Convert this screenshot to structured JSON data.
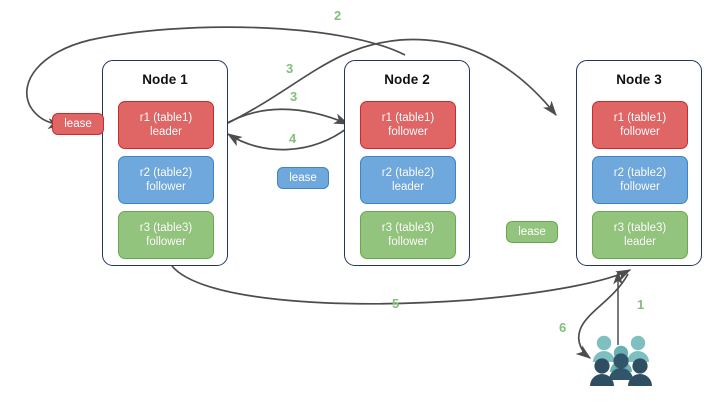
{
  "diagram": {
    "title": "Distributed database lease and replica routing diagram",
    "colors": {
      "red": "#e06666",
      "red_border": "#cc2a2a",
      "blue": "#6fa8dc",
      "blue_border": "#3d85c6",
      "green": "#93c47d",
      "green_border": "#6aa84f",
      "node_border": "#20365e",
      "arrow": "#4d4d4d",
      "step_label": "#82c07a",
      "people_light": "#7fbfbf",
      "people_dark": "#31566b"
    }
  },
  "nodes": [
    {
      "id": "node1",
      "title": "Node 1",
      "replicas": [
        {
          "name": "r1 (table1)",
          "role": "leader",
          "color": "red"
        },
        {
          "name": "r2 (table2)",
          "role": "follower",
          "color": "blue"
        },
        {
          "name": "r3 (table3)",
          "role": "follower",
          "color": "green"
        }
      ]
    },
    {
      "id": "node2",
      "title": "Node 2",
      "replicas": [
        {
          "name": "r1 (table1)",
          "role": "follower",
          "color": "red"
        },
        {
          "name": "r2 (table2)",
          "role": "leader",
          "color": "blue"
        },
        {
          "name": "r3 (table3)",
          "role": "follower",
          "color": "green"
        }
      ]
    },
    {
      "id": "node3",
      "title": "Node 3",
      "replicas": [
        {
          "name": "r1 (table1)",
          "role": "follower",
          "color": "red"
        },
        {
          "name": "r2 (table2)",
          "role": "follower",
          "color": "blue"
        },
        {
          "name": "r3 (table3)",
          "role": "leader",
          "color": "green"
        }
      ]
    }
  ],
  "leases": [
    {
      "id": "lease-red",
      "label": "lease",
      "color": "red"
    },
    {
      "id": "lease-blue",
      "label": "lease",
      "color": "blue"
    },
    {
      "id": "lease-green",
      "label": "lease",
      "color": "green"
    }
  ],
  "steps": [
    {
      "id": "step-1",
      "label": "1"
    },
    {
      "id": "step-2",
      "label": "2"
    },
    {
      "id": "step-3a",
      "label": "3"
    },
    {
      "id": "step-3b",
      "label": "3"
    },
    {
      "id": "step-4",
      "label": "4"
    },
    {
      "id": "step-5",
      "label": "5"
    },
    {
      "id": "step-6",
      "label": "6"
    }
  ],
  "actors": {
    "id": "clients",
    "icon": "people-icon"
  }
}
